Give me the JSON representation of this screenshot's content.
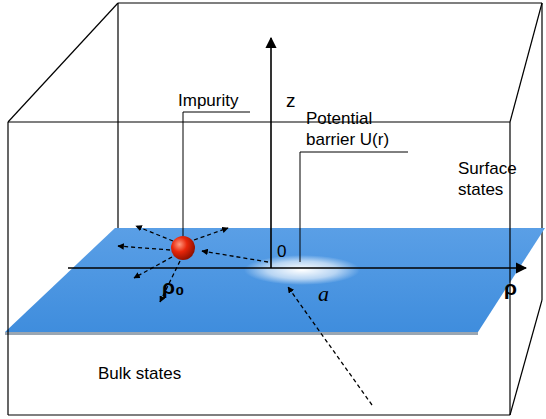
{
  "diagram": {
    "labels": [
      "z",
      "Impurity",
      "Potential barrier U(r)",
      "Surface states",
      "0",
      "ρ₀",
      "a",
      "ρ",
      "Bulk states"
    ]
  }
}
